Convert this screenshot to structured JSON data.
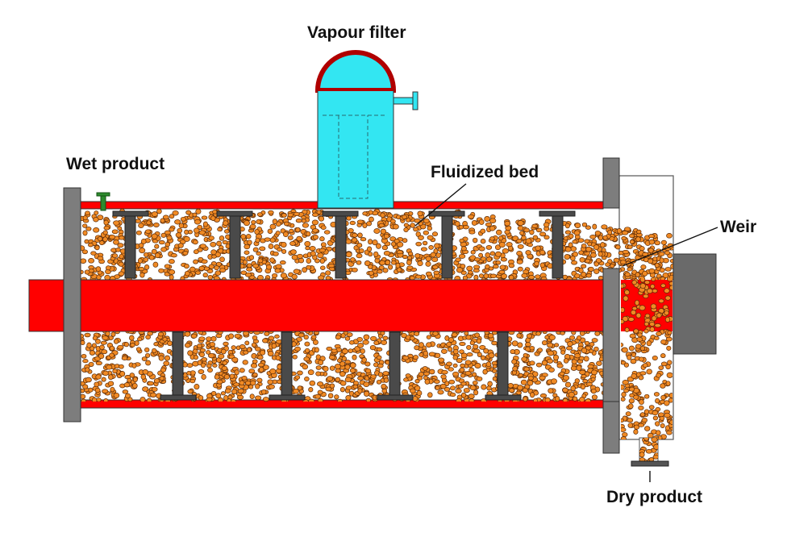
{
  "labels": {
    "vapour_filter": "Vapour filter",
    "wet_product": "Wet product",
    "fluidized_bed": "Fluidized bed",
    "weir": "Weir",
    "dry_product": "Dry product"
  },
  "colors": {
    "heater_red": "#ff0000",
    "filter_cyan": "#33e6f2",
    "flange_gray": "#7d7d7d",
    "granule_orange": "#f08a24",
    "granule_outline": "#5a2a08",
    "frame_dark": "#333333"
  }
}
